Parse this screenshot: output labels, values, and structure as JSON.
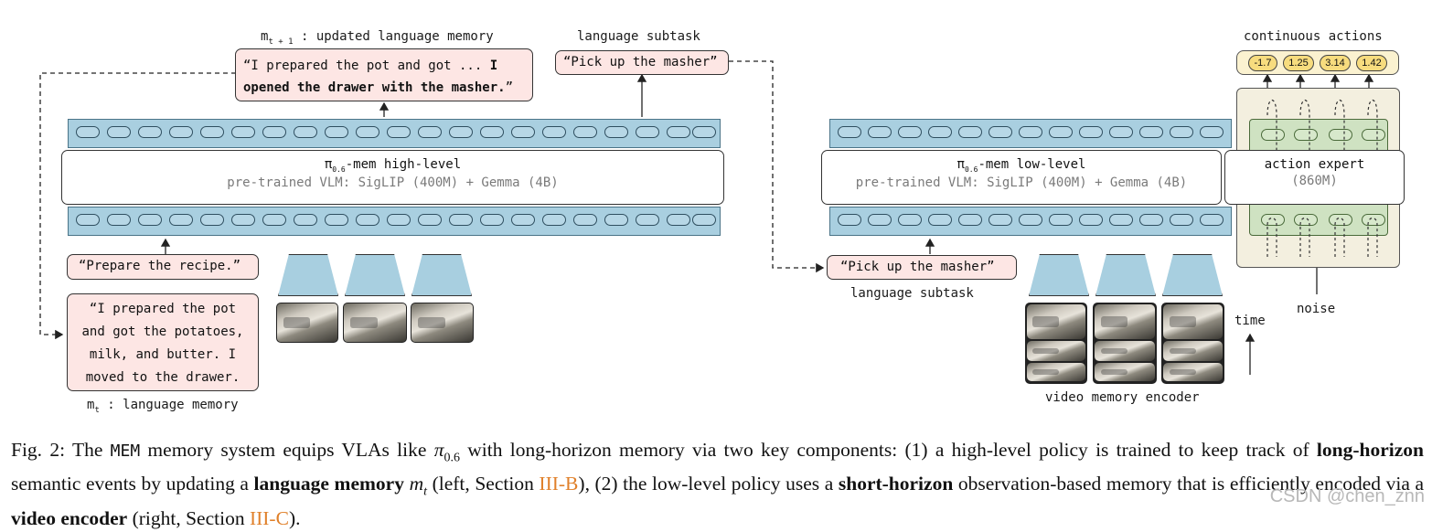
{
  "high_level": {
    "memory_out_label_main": "m",
    "memory_out_label_sub": "t + 1",
    "memory_out_label_rest": " : updated language memory",
    "memory_out_line1": "“I prepared the pot and got ... ",
    "memory_out_line1_bold": "I",
    "memory_out_line2_bold": "opened the drawer with the masher.",
    "memory_out_line2_end": "”",
    "subtask_label": "language subtask",
    "subtask_text": "“Pick up the masher”",
    "model_title_pi": "π",
    "model_title_sub": "0.6",
    "model_title_rest": "-mem high-level",
    "model_subtitle": "pre-trained VLM: SigLIP (400M) + Gemma (4B)",
    "prompt_text": "“Prepare the recipe.”",
    "memory_in_lines": [
      "“I prepared the pot",
      "and got the potatoes,",
      "milk, and butter. I",
      "moved to the drawer."
    ],
    "memory_in_label_main": "m",
    "memory_in_label_sub": "t",
    "memory_in_label_rest": " : language memory"
  },
  "low_level": {
    "model_title_pi": "π",
    "model_title_sub": "0.6",
    "model_title_rest": "-mem low-level",
    "model_subtitle": "pre-trained VLM: SigLIP (400M) + Gemma (4B)",
    "subtask_text": "“Pick up the masher”",
    "subtask_label": "language subtask",
    "video_encoder_label": "video memory encoder",
    "time_label": "time"
  },
  "action_expert": {
    "title": "action expert",
    "params": "(860M)",
    "output_label": "continuous actions",
    "actions": [
      "-1.7",
      "1.25",
      "3.14",
      "1.42"
    ],
    "noise_label": "noise"
  },
  "caption": {
    "fig": "Fig. 2:",
    "t1": " The ",
    "mem": "MEM",
    "t2": " memory system equips VLAs like ",
    "pi": "π",
    "pi_sub": "0.6",
    "t3": " with long-horizon memory via two key components: (1) a high-level policy is trained to keep track of ",
    "b1": "long-horizon",
    "t4": " semantic events by updating a ",
    "b2": "language memory",
    "m": "m",
    "m_sub": "t",
    "t5": " (left, Section ",
    "ref1": "III-B",
    "t6": "), (2) the low-level policy uses a ",
    "b3": "short-horizon",
    "t7": " observation-based memory that is efficiently encoded via a ",
    "b4": "video encoder",
    "t8": " (right, Section ",
    "ref2": "III-C",
    "t9": ")."
  },
  "watermark": "CSDN @chen_znn"
}
